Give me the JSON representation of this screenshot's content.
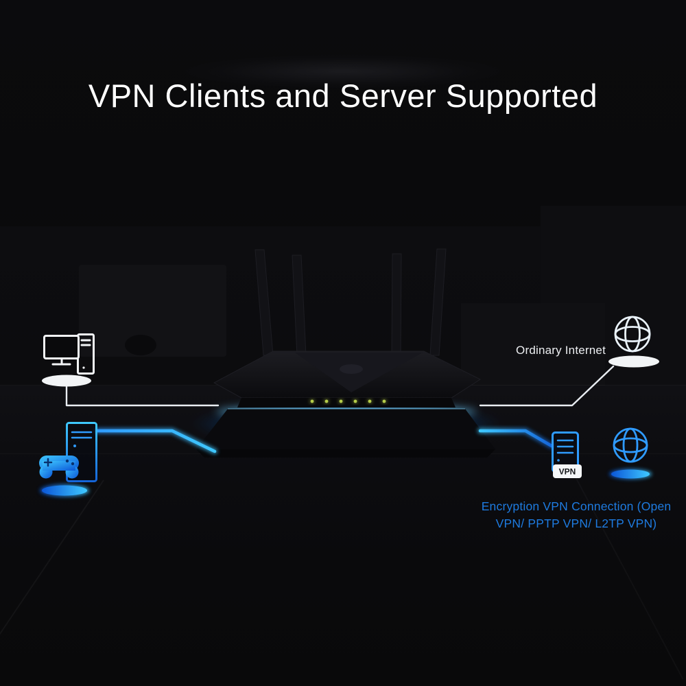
{
  "page": {
    "title": "VPN Clients and Server Supported"
  },
  "labels": {
    "ordinary_internet": "Ordinary Internet",
    "vpn_connection": {
      "line1": "Encryption VPN Connection (Open",
      "line2": "VPN/ PPTP VPN/ L2TP VPN)"
    },
    "vpn_badge": "VPN"
  },
  "colors": {
    "background": "#0A0A0C",
    "title_text": "#FFFFFF",
    "label_white": "#ECEEF1",
    "vpn_text_blue": "#1E7BE0",
    "line_white": "#E9EDF2",
    "line_blue_dark": "#0B50D5",
    "line_blue_light": "#3FC8FF",
    "glow_cyan": "#2FB9F2",
    "led_green": "#B5CC4A"
  },
  "icons": [
    "desktop-computer-icon",
    "gaming-pc-icon",
    "gamepad-icon",
    "internet-globe-icon",
    "vpn-globe-icon",
    "vpn-server-icon",
    "router-illustration"
  ]
}
